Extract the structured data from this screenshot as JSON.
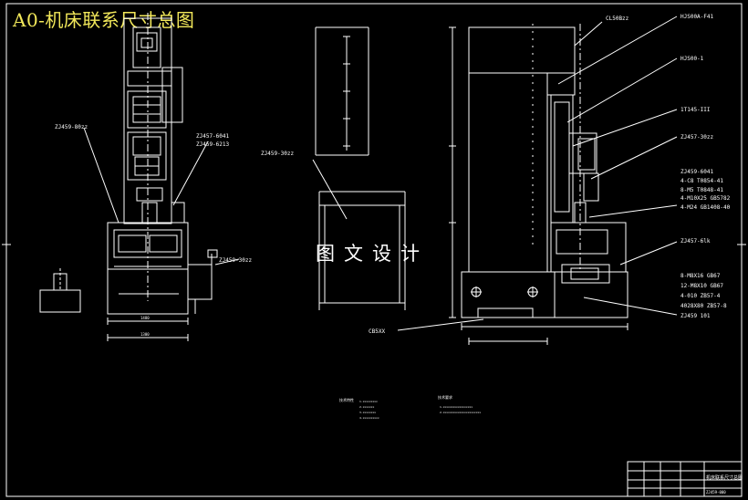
{
  "title": "A0-机床联系尺寸总图",
  "watermark": "图文设计",
  "colors": {
    "line": "#ffffff",
    "dim": "#ffffff",
    "leader": "#ffffff",
    "title": "#f2e85a",
    "background": "#000000"
  },
  "left_view": {
    "labels": [
      "ZJ459-80zz",
      "ZJ457-6041",
      "ZJ459-6213",
      "ZJ459-30zz"
    ],
    "dims": [
      "1480",
      "1300"
    ]
  },
  "center_view": {
    "label": "ZJ459-30zz"
  },
  "right_view": {
    "labels": [
      "CL50Bzz",
      "HJS00A-F41",
      "HJS00-1",
      "1T145-III",
      "ZJ457-30zz",
      "ZJ459-6041",
      "4-C8 T0854-41",
      "8-M5 T0848-41",
      "4-M10X25 GB5782",
      "4-M24 GB1408-40",
      "ZJ457-6lk",
      "8-M8X16 GB67",
      "12-M8X10 GB67",
      "4-010 ZB57-4",
      "4028X80 ZB57-8",
      "ZJ459 101",
      "CB5XX"
    ]
  },
  "notes": {
    "left_heading": "技术特性",
    "left_lines": [
      "1.xxxxxxxxx",
      "2.xxxxxxx",
      "3.xxxxxxxx",
      "4.xxxxxxxxxx"
    ],
    "right_heading": "技术要求",
    "right_lines": [
      "1.xxxxxxxxxxxxxxxxxx",
      "2.xxxxxxxxxxxxxxxxxxxxxxx"
    ]
  },
  "title_block": {
    "name": "机床联系尺寸总图",
    "number": "ZJ459-000"
  }
}
